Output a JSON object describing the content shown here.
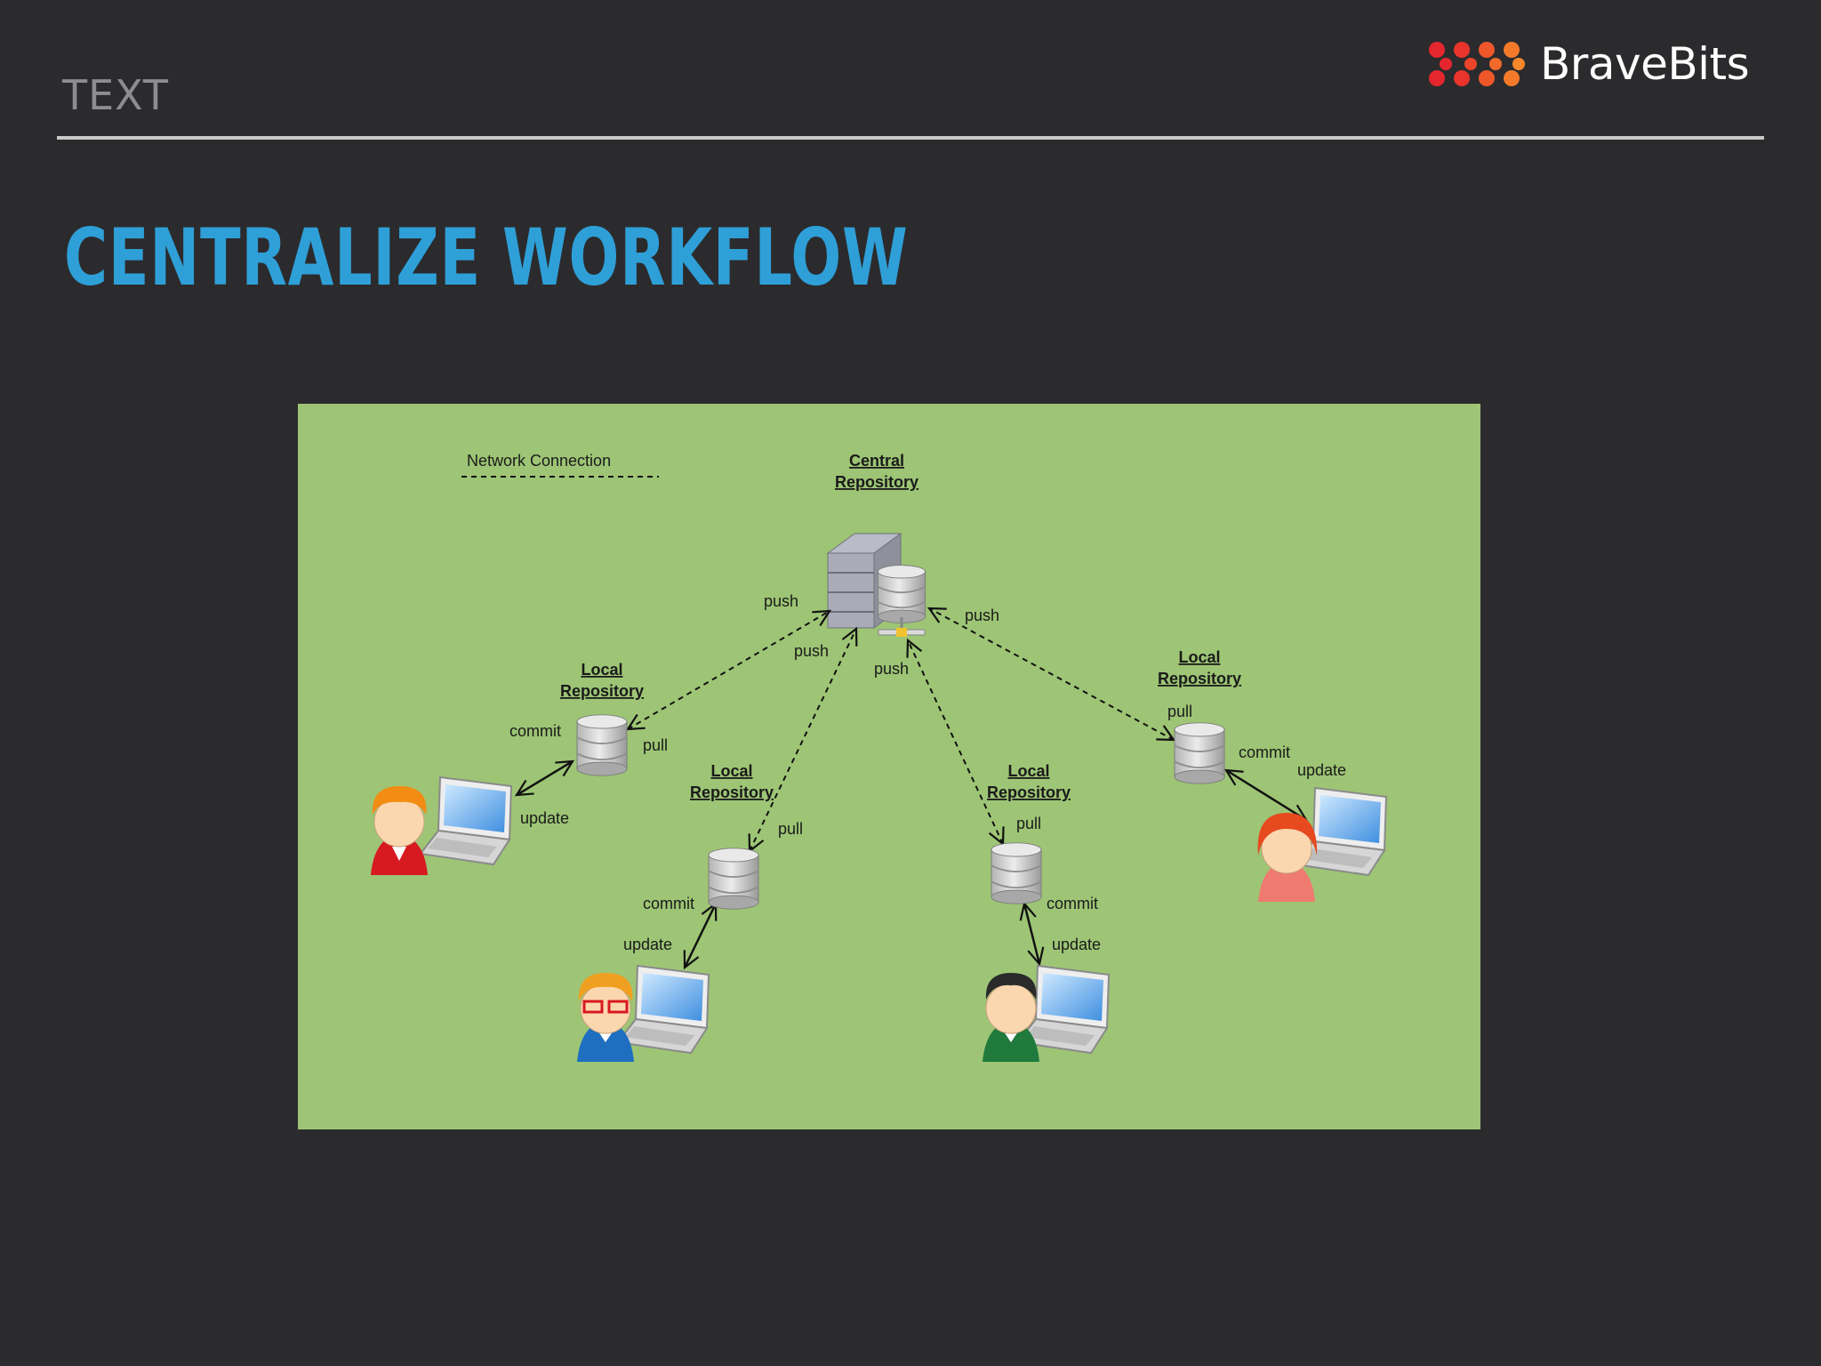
{
  "header": {
    "section_label": "TEXT",
    "brand_name": "BraveBits",
    "title": "CENTRALIZE WORKFLOW"
  },
  "colors": {
    "background": "#2b2b2d",
    "title": "#2f9fd8",
    "rule": "#c9c9c9",
    "diagram_background": "#9dc575",
    "logo_red": "#e6262e",
    "logo_orange": "#f26a2a"
  },
  "diagram": {
    "legend_label": "Network Connection",
    "central_line1": "Central",
    "central_line2": "Repository",
    "local_line1": "Local",
    "local_line2": "Repository",
    "push": "push",
    "pull": "pull",
    "commit": "commit",
    "update": "update"
  }
}
